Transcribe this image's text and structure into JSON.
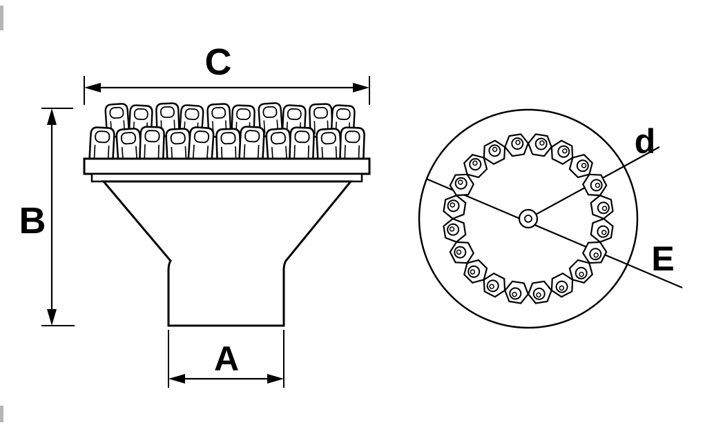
{
  "diagram": {
    "type": "technical-drawing",
    "views": {
      "side_view": {
        "dimensions": {
          "top_width_label": "C",
          "height_label": "B",
          "shank_width_label": "A"
        }
      },
      "top_view": {
        "labels": {
          "center_hole_label": "d",
          "button_circle_label": "E"
        }
      }
    },
    "colors": {
      "line": "#000000",
      "background": "#ffffff"
    }
  }
}
